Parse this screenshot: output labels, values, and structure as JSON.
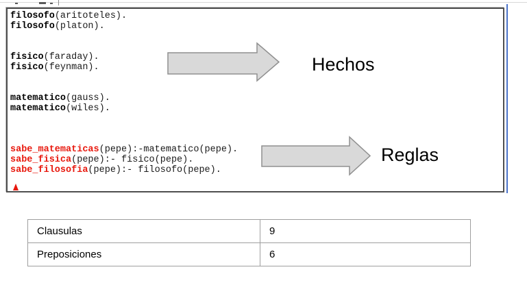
{
  "editor": {
    "lines": [
      {
        "segments": [
          {
            "t": "filosofo",
            "s": "head"
          },
          {
            "t": "(aritoteles).",
            "s": "plain"
          }
        ]
      },
      {
        "segments": [
          {
            "t": "filosofo",
            "s": "head"
          },
          {
            "t": "(platon).",
            "s": "plain"
          }
        ]
      },
      {
        "segments": []
      },
      {
        "segments": []
      },
      {
        "segments": [
          {
            "t": "fisico",
            "s": "head"
          },
          {
            "t": "(faraday).",
            "s": "plain"
          }
        ]
      },
      {
        "segments": [
          {
            "t": "fisico",
            "s": "head"
          },
          {
            "t": "(feynman).",
            "s": "plain"
          }
        ]
      },
      {
        "segments": []
      },
      {
        "segments": []
      },
      {
        "segments": [
          {
            "t": "matematico",
            "s": "head"
          },
          {
            "t": "(gauss).",
            "s": "plain"
          }
        ]
      },
      {
        "segments": [
          {
            "t": "matematico",
            "s": "head"
          },
          {
            "t": "(wiles).",
            "s": "plain"
          }
        ]
      },
      {
        "segments": []
      },
      {
        "segments": []
      },
      {
        "segments": []
      },
      {
        "segments": [
          {
            "t": "sabe_matematicas",
            "s": "rule-head"
          },
          {
            "t": "(pepe):-matematico(pepe).",
            "s": "plain"
          }
        ]
      },
      {
        "segments": [
          {
            "t": "sabe_fisica",
            "s": "rule-head"
          },
          {
            "t": "(pepe):- fisico(pepe).",
            "s": "plain"
          }
        ]
      },
      {
        "segments": [
          {
            "t": "sabe_filosofia",
            "s": "rule-head"
          },
          {
            "t": "(pepe):- filosofo(pepe).",
            "s": "plain"
          }
        ]
      }
    ],
    "cursor_marker": "cursor-position"
  },
  "annotations": {
    "hechos_label": "Hechos",
    "reglas_label": "Reglas"
  },
  "table": {
    "rows": [
      {
        "label": "Clausulas",
        "value": "9"
      },
      {
        "label": "Preposiciones",
        "value": "6"
      }
    ]
  },
  "colors": {
    "rule_head_red": "#e8180d",
    "cursor_red": "#e8180d",
    "focus_line_blue": "#4a72c8",
    "arrow_fill": "#d9d9d9",
    "arrow_stroke": "#8f8f8f",
    "panel_border": "#4e4e4e",
    "table_border": "#9e9e9e"
  }
}
